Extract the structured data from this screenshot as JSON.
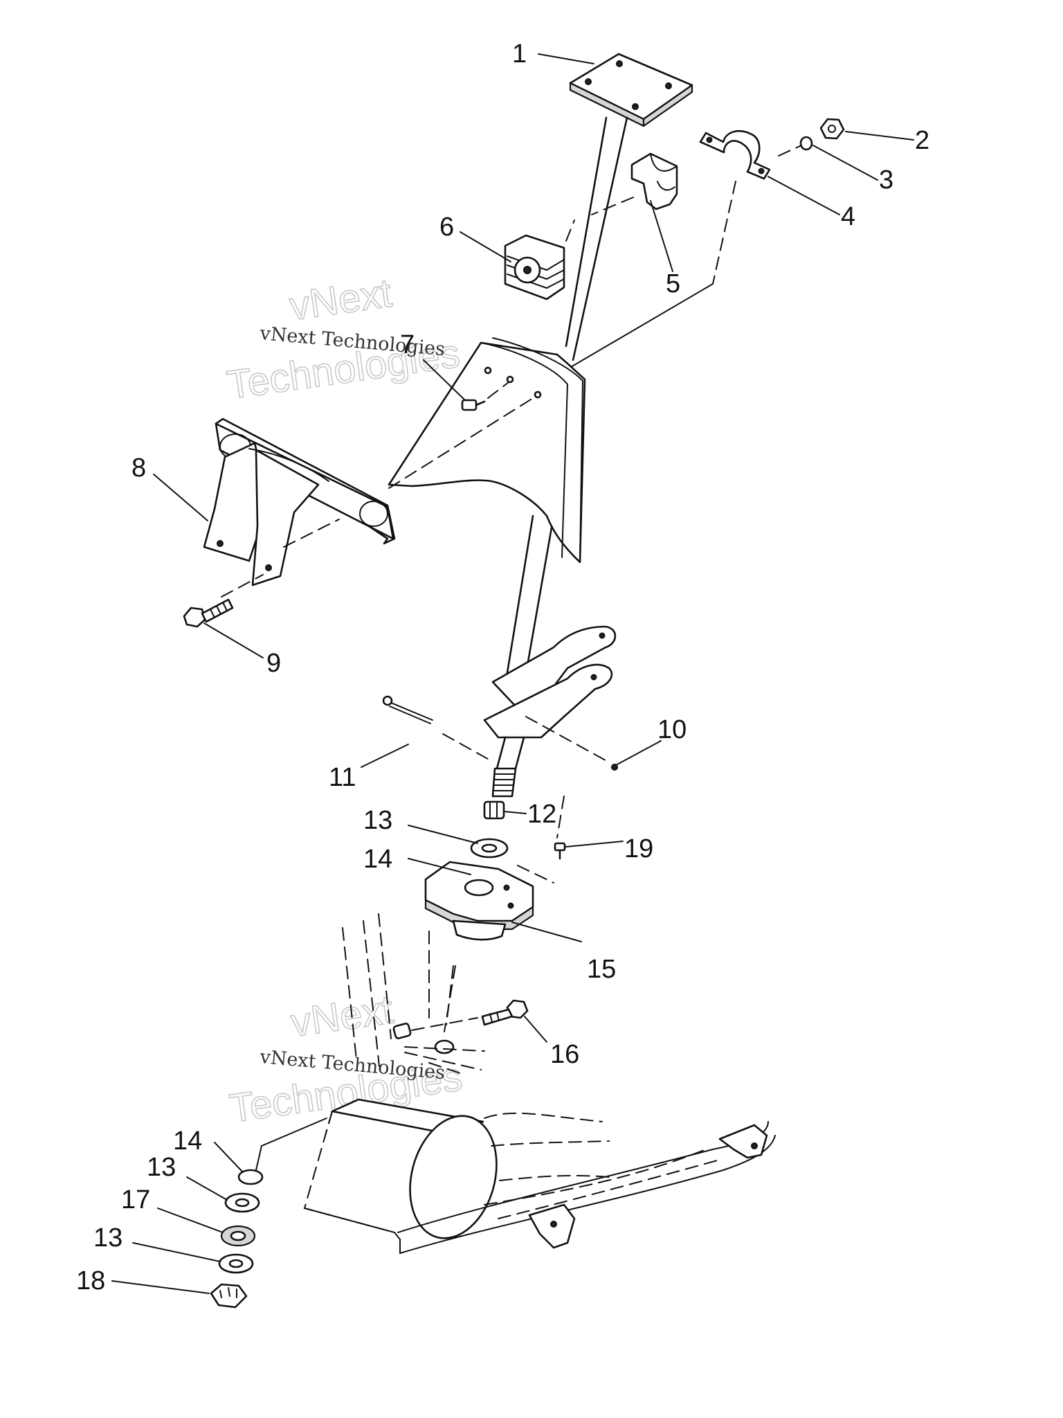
{
  "watermark": {
    "line1": "vNext",
    "line2": "Technologies",
    "caption": "vNext Technologies"
  },
  "callouts": [
    "1",
    "2",
    "3",
    "4",
    "5",
    "6",
    "7",
    "8",
    "9",
    "10",
    "11",
    "12",
    "13",
    "14",
    "15",
    "16",
    "17",
    "18",
    "19"
  ],
  "lower_callouts": [
    "14",
    "13",
    "17",
    "13",
    "18"
  ]
}
